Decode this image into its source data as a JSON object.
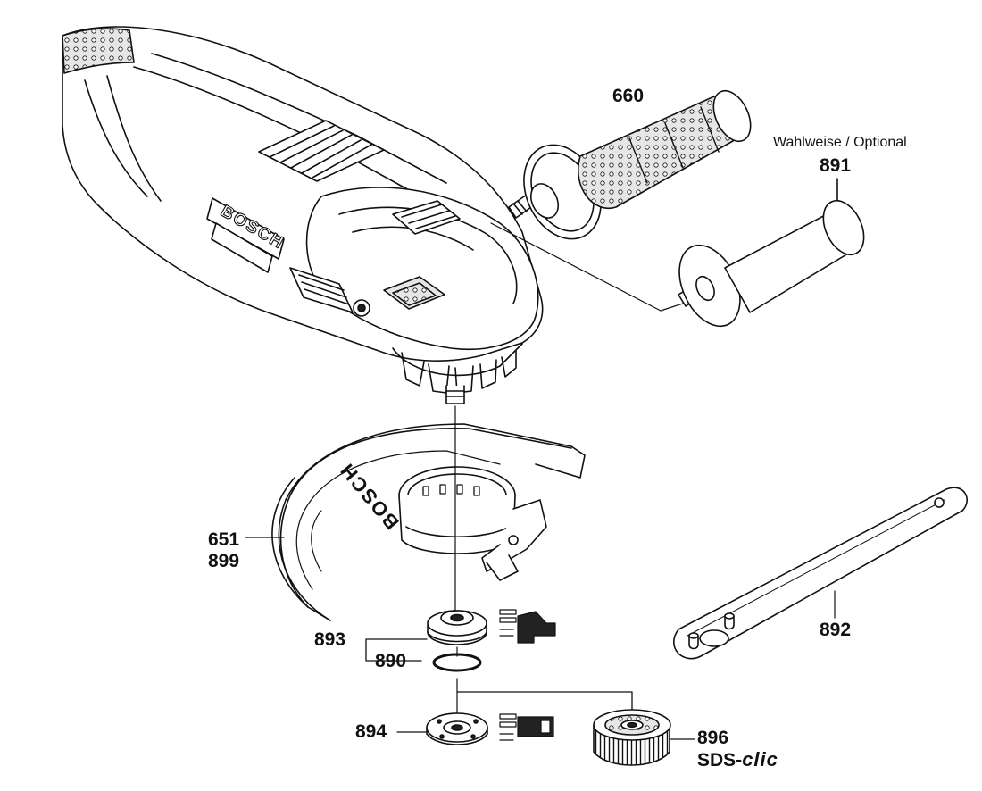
{
  "labels": {
    "p660": "660",
    "optional_note": "Wahlweise / Optional",
    "p891": "891",
    "p651": "651",
    "p899": "899",
    "p893": "893",
    "p890": "890",
    "p892": "892",
    "p894": "894",
    "p896": "896",
    "sds_prefix": "SDS-",
    "sds_suffix": "clic"
  },
  "brand": {
    "tool_text": "BOSCH",
    "guard_text": "BOSCH"
  },
  "colors": {
    "line": "#111111",
    "fill": "#ffffff",
    "shade": "#d9d9d9",
    "dark": "#222222"
  }
}
